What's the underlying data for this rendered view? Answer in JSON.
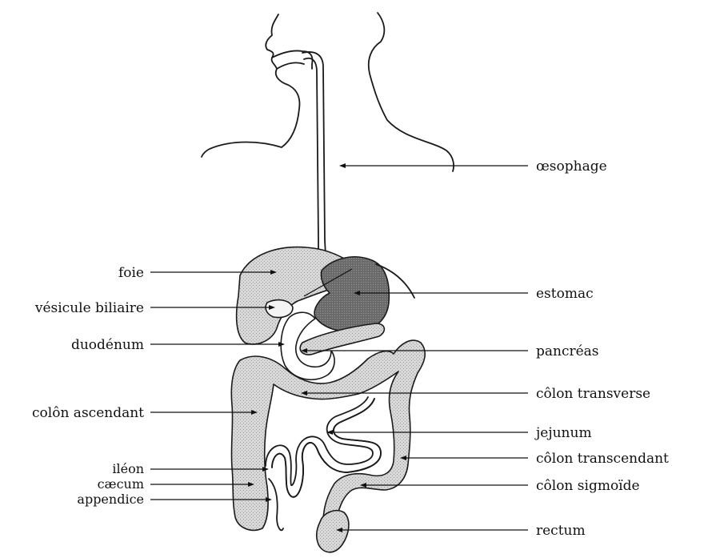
{
  "labels": {
    "oesophage": "œsophage",
    "foie": "foie",
    "estomac": "estomac",
    "vesicule": "vésicule biliaire",
    "duodenum": "duodénum",
    "pancreas": "pancréas",
    "colon_transverse": "côlon transverse",
    "colon_ascendant": "colôn ascendant",
    "jejunum": "jejunum",
    "ileon": "iléon",
    "colon_transcendant": "côlon transcendant",
    "caecum": "cæcum",
    "colon_sigmoide": "côlon sigmoïde",
    "appendice": "appendice",
    "rectum": "rectum"
  },
  "colors": {
    "tissue": "#d2d2d2",
    "stomach": "#6e6e6e",
    "line": "#111111"
  }
}
